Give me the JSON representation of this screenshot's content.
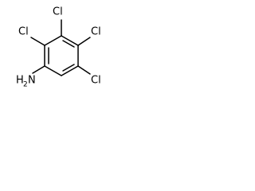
{
  "diagram": {
    "type": "chemical-structure",
    "atoms": {
      "cl_top_left": "Cl",
      "cl_top_right": "Cl",
      "cl_left": "Cl",
      "cl_bottom_right": "Cl",
      "amine_n": "N",
      "amine_h": "H",
      "amine_h_count": "2"
    }
  }
}
